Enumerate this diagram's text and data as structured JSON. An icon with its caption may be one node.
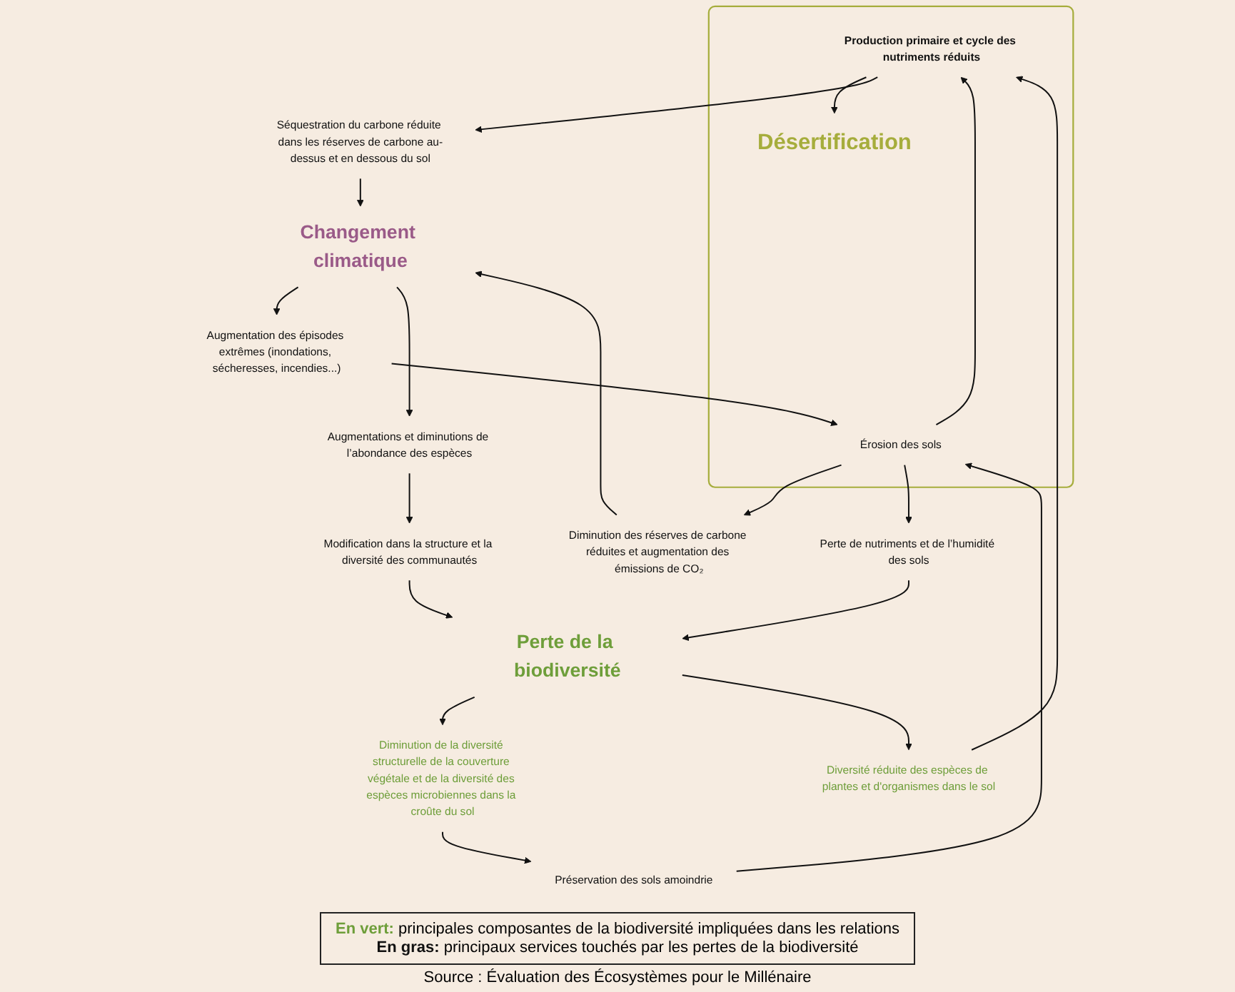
{
  "diagram": {
    "caption": "Source : Évaluation des Écosystèmes pour le Millénaire",
    "nodes": [
      {
        "text": [],
        "shape": "box"
      },
      {
        "text": [
          "Désertification"
        ],
        "in": 0
      },
      {
        "text": [
          "Production primaire et cycle des nutriments réduits"
        ],
        "in": 0
      },
      {
        "text": [
          "Érosion des sols"
        ],
        "in": 0
      },
      {
        "text": [
          "Séquestration du carbone réduite dans les réserves de carbone au-dessus et en dessous du sol"
        ]
      },
      {
        "text": [
          "Diversité réduite des espèces de plantes et d'organismes dans le sol"
        ]
      },
      {
        "text": [
          "Augmentation des épisodes extrêmes (inondations, sécheresses, incendies...)"
        ]
      },
      {
        "text": [
          "Préservation des sols amoindrie"
        ]
      },
      {
        "text": [
          "Diminution des réserves de carbone réduites et augmentation des émissions de CO₂"
        ]
      },
      {
        "text": [
          "Diminution de la diversité structurelle de la couverture végétale et de la diversité des espèces microbiennes dans la croûte du sol"
        ]
      },
      {
        "text": [
          "Perte de nutriments et de l’humidité des sols"
        ]
      },
      {
        "text": [
          "Changement climatique"
        ]
      },
      {
        "text": [
          "Perte de la biodiversité"
        ]
      },
      {
        "text": [
          "Augmentations et diminutions de l’abondance des espèces"
        ]
      },
      {
        "text": [
          "Modification dans la structure et la diversité des communautés"
        ]
      }
    ],
    "edges": [
      {
        "from": 2,
        "to": 1,
        "arrow": "to"
      },
      {
        "from": 3,
        "to": 2,
        "arrow": "to"
      },
      {
        "from": 2,
        "to": 4,
        "arrow": "to"
      },
      {
        "from": 5,
        "to": 2,
        "arrow": "to"
      },
      {
        "from": 6,
        "to": 3,
        "arrow": "to"
      },
      {
        "from": 7,
        "to": 3,
        "arrow": "to"
      },
      {
        "from": 3,
        "to": 8,
        "arrow": "to"
      },
      {
        "from": 3,
        "to": 10,
        "arrow": "to"
      },
      {
        "from": 4,
        "to": 11,
        "arrow": "to"
      },
      {
        "from": 11,
        "to": 6,
        "arrow": "to"
      },
      {
        "from": 8,
        "to": 11,
        "arrow": "to"
      },
      {
        "from": 10,
        "to": 12,
        "arrow": "to"
      },
      {
        "from": 12,
        "to": 9,
        "arrow": "to"
      },
      {
        "from": 9,
        "to": 7,
        "arrow": "to"
      },
      {
        "from": 12,
        "to": 5,
        "arrow": "to"
      },
      {
        "from": 11,
        "to": 13,
        "arrow": "to"
      },
      {
        "from": 13,
        "to": 14,
        "arrow": "to"
      },
      {
        "from": 14,
        "to": 12,
        "arrow": "to"
      }
    ],
    "legend": [
      {
        "text": "**En vert:** principales composantes de la biodiversité impliquées dans les relations"
      },
      {
        "text": "**En gras:** principaux services touchés par les pertes de la biodiversité"
      }
    ]
  }
}
